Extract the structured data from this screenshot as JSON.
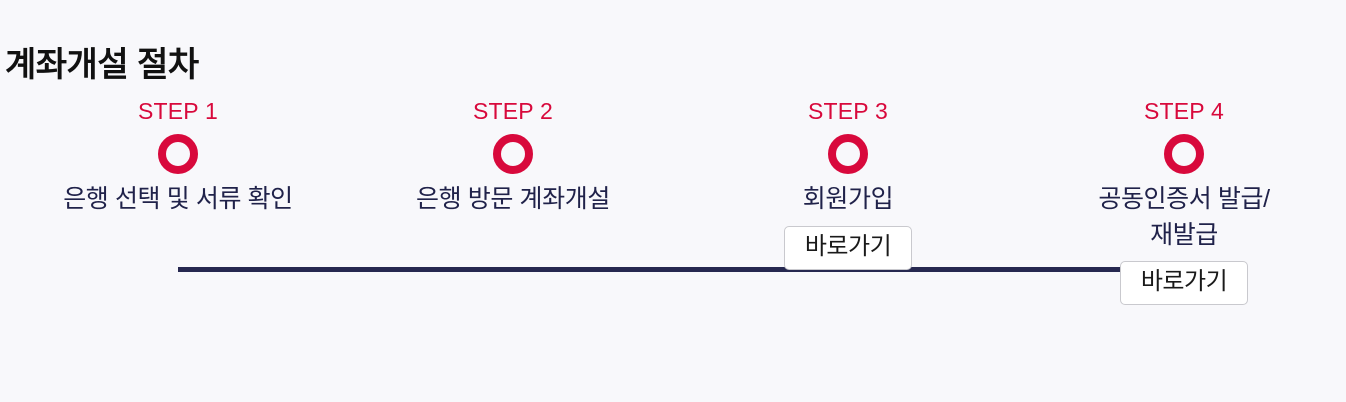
{
  "page": {
    "title": "계좌개설 절차",
    "background_color": "#f8f8fb",
    "accent_color": "#d8093c",
    "line_color": "#262850",
    "text_color": "#20224a"
  },
  "stepper": {
    "connector_color": "#262850",
    "steps": [
      {
        "label": "STEP 1",
        "description": "은행 선택 및 서류 확인",
        "has_button": false,
        "button_label": ""
      },
      {
        "label": "STEP 2",
        "description": "은행 방문 계좌개설",
        "has_button": false,
        "button_label": ""
      },
      {
        "label": "STEP 3",
        "description": "회원가입",
        "has_button": true,
        "button_label": "바로가기"
      },
      {
        "label": "STEP 4",
        "description": "공동인증서 발급/\n재발급",
        "has_button": true,
        "button_label": "바로가기"
      }
    ]
  }
}
